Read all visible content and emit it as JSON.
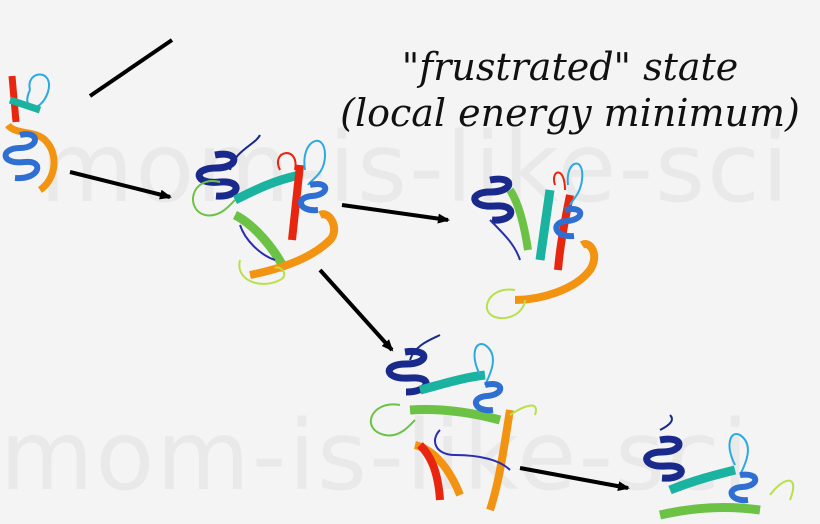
{
  "watermark": {
    "upper": "mom-is-like-sci",
    "lower": "mom-is-like-sci"
  },
  "annotation": {
    "line1": "\"frustrated\" state",
    "line2": "(local energy minimum)"
  },
  "colors": {
    "background": "#f4f4f4",
    "arrow": "#000000",
    "helix_dark": "#1a2a8c",
    "helix": "#2f6fd1",
    "strand_teal": "#19b3a0",
    "strand_green": "#6cc245",
    "strand_orange": "#f29412",
    "strand_red": "#e8260f",
    "loop_cyan": "#2da9e1",
    "loop_lime": "#b7e04a",
    "coil_navy": "#2a2fb0"
  },
  "icons": [
    "arrow-icon",
    "protein-structure-icon"
  ]
}
